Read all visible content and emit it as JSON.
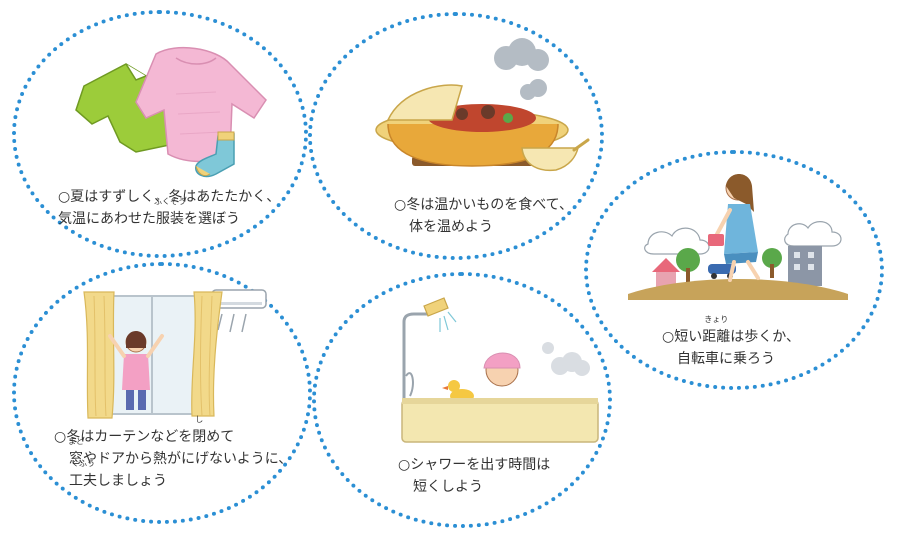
{
  "colors": {
    "border": "#2b8fd4",
    "text": "#333333",
    "pink": "#f4b8d4",
    "green": "#9ccc3a",
    "orange": "#e8a83a",
    "gray_cloud": "#b4bcc4",
    "ground": "#c7a35a",
    "sky": "#eef5fb",
    "curtain": "#f2d98a",
    "bath": "#f3e7b0"
  },
  "cards": {
    "clothing": {
      "line1": "○夏はすずしく、冬はあたたかく、",
      "line2_a": "気温にあわせた",
      "line2_ruby_base": "服装",
      "line2_ruby_text": "ふくそう",
      "line2_b": "を選ぼう",
      "icons": [
        "green-shirt-icon",
        "pink-sweater-icon",
        "blue-sock-icon"
      ]
    },
    "food": {
      "line1": "○冬は温かいものを食べて、",
      "line2": "体を温めよう",
      "icons": [
        "hot-pot-icon",
        "steam-cloud-icon",
        "bowl-icon"
      ]
    },
    "walk": {
      "line1_a": "○短い",
      "line1_ruby_base": "距離",
      "line1_ruby_text": "きょり",
      "line1_b": "は歩くか、",
      "line2": "自転車に乗ろう",
      "icons": [
        "walking-woman-icon",
        "house-icon",
        "car-icon",
        "tree-icon",
        "building-icon",
        "cloud-icon"
      ]
    },
    "curtain": {
      "line1_a": "○冬はカーテンなどを",
      "line1_ruby_base": "閉",
      "line1_ruby_text": "し",
      "line1_b": "めて",
      "line2_ruby_base": "窓",
      "line2_ruby_text": "まど",
      "line2_b": "やドアから熱がにげないように、",
      "line3_ruby_base": "工夫",
      "line3_ruby_text": "くふう",
      "line3_b": "しましょう",
      "icons": [
        "air-conditioner-icon",
        "window-icon",
        "curtain-icon",
        "girl-icon"
      ]
    },
    "shower": {
      "line1": "○シャワーを出す時間は",
      "line2": "短くしよう",
      "icons": [
        "shower-icon",
        "rubber-duck-icon",
        "child-in-bath-icon",
        "bathtub-icon",
        "steam-cloud-icon"
      ]
    }
  }
}
